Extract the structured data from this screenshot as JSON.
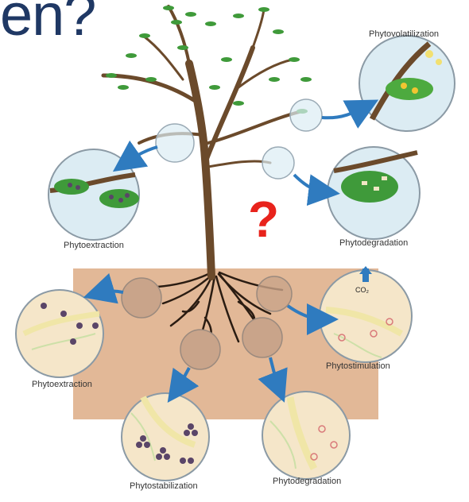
{
  "heading": "en?",
  "question_mark": "?",
  "labels": {
    "phytovolatilization": "Phytovolatilization",
    "phytoextraction_top": "Phytoextraction",
    "phytodegradation_top": "Phytodegradation",
    "phytoextraction_bottom": "Phytoextraction",
    "phytostimulation": "Phytostimulation",
    "phytostabilization": "Phytostabilization",
    "phytodegradation_bottom": "Phytodegradation",
    "co2": "CO₂"
  },
  "colors": {
    "heading": "#1f3864",
    "question_mark": "#e8231c",
    "soil": "#e2b897",
    "trunk": "#6b4a2b",
    "leaf": "#3f9a3a",
    "arrow": "#2f7bbf",
    "circle_fill": "#dcecf3"
  }
}
